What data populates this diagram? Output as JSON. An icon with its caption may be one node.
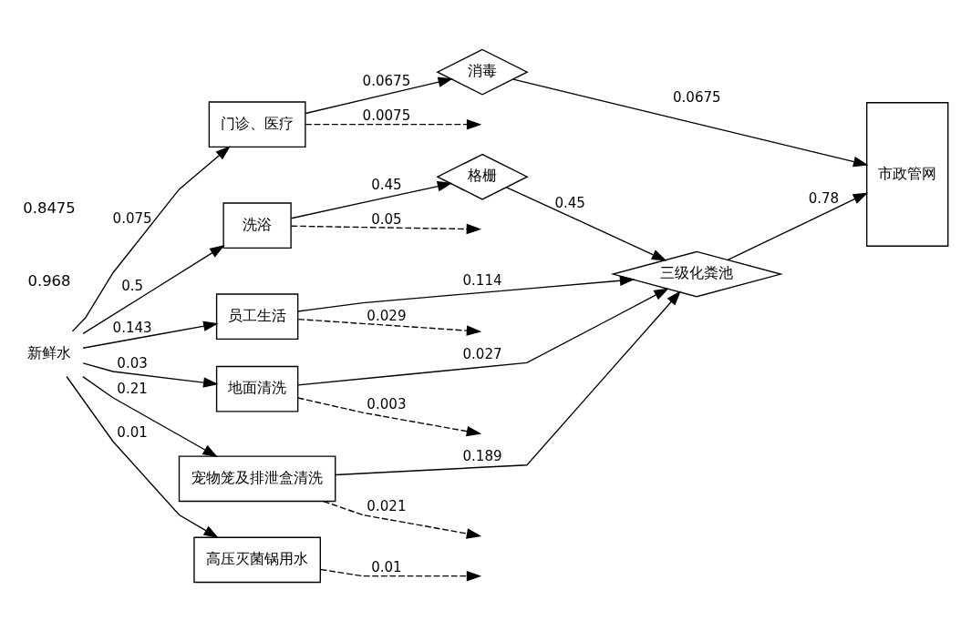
{
  "diagram": {
    "nodes": [
      {
        "text": [
          "新鲜水"
        ]
      },
      {
        "text": [
          "门诊、医疗"
        ]
      },
      {
        "text": [
          "洗浴"
        ]
      },
      {
        "text": [
          "员工生活"
        ]
      },
      {
        "text": [
          "地面清洗"
        ]
      },
      {
        "text": [
          "宠物笼及排泄盒清洗"
        ]
      },
      {
        "text": [
          "高压灭菌锅用水"
        ]
      },
      {
        "text": [
          "消毒"
        ]
      },
      {
        "text": [
          "格栅"
        ]
      },
      {
        "text": [
          "三级化粪池"
        ]
      },
      {
        "text": [
          "市政管网"
        ]
      }
    ],
    "edges": [
      {
        "from": 0,
        "to": 1,
        "arrow": "to",
        "label": "0.075"
      },
      {
        "from": 0,
        "to": 2,
        "arrow": "to",
        "label": "0.5"
      },
      {
        "from": 0,
        "to": 3,
        "arrow": "to",
        "label": "0.143"
      },
      {
        "from": 0,
        "to": 4,
        "arrow": "to",
        "label": "0.03"
      },
      {
        "from": 0,
        "to": 5,
        "arrow": "to",
        "label": "0.21"
      },
      {
        "from": 0,
        "to": 6,
        "arrow": "to",
        "label": "0.01"
      },
      {
        "from": 1,
        "to": null,
        "arrow": "to",
        "label": "0.0075",
        "style": "dashed"
      },
      {
        "from": 2,
        "to": null,
        "arrow": "to",
        "label": "0.05",
        "style": "dashed"
      },
      {
        "from": 3,
        "to": null,
        "arrow": "to",
        "label": "0.029",
        "style": "dashed"
      },
      {
        "from": 4,
        "to": null,
        "arrow": "to",
        "label": "0.003",
        "style": "dashed"
      },
      {
        "from": 5,
        "to": null,
        "arrow": "to",
        "label": "0.021",
        "style": "dashed"
      },
      {
        "from": 6,
        "to": null,
        "arrow": "to",
        "label": "0.01",
        "style": "dashed"
      },
      {
        "from": 1,
        "to": 7,
        "arrow": "to",
        "label": "0.0675"
      },
      {
        "from": 2,
        "to": 8,
        "arrow": "to",
        "label": "0.45"
      },
      {
        "from": 8,
        "to": 9,
        "arrow": "to",
        "label": "0.45"
      },
      {
        "from": 3,
        "to": 9,
        "arrow": "to",
        "label": "0.114"
      },
      {
        "from": 4,
        "to": 9,
        "arrow": "to",
        "label": "0.027"
      },
      {
        "from": 5,
        "to": 9,
        "arrow": "to",
        "label": "0.189"
      },
      {
        "from": 7,
        "to": 10,
        "arrow": "to",
        "label": "0.0675"
      },
      {
        "from": 9,
        "to": 10,
        "arrow": "to",
        "label": "0.78"
      }
    ],
    "labels": [
      "0.968",
      "0.8475"
    ]
  }
}
